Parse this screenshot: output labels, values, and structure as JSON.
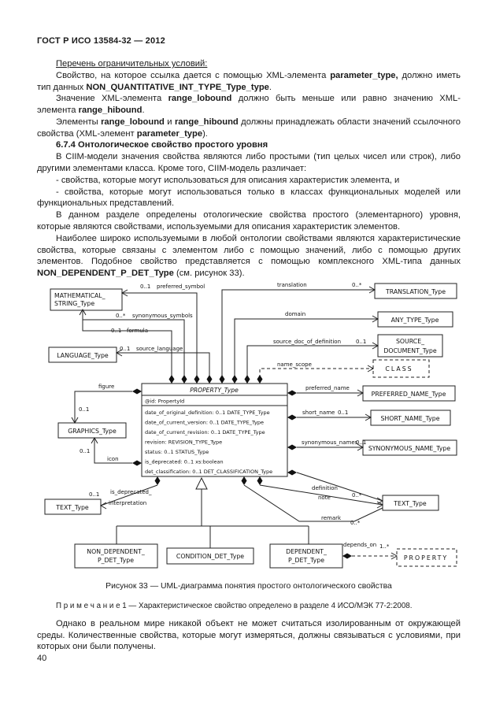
{
  "page": {
    "header": "ГОСТ Р ИСО 13584-32 — 2012",
    "page_number": "40"
  },
  "body": {
    "p1": "Перечень ограничительных условий:",
    "p2": [
      "Свойство, на которое ссылка дается с помощью XML-элемента ",
      "parameter_type,",
      " должно иметь тип данных ",
      "NON_QUANTITATIVE_INT_TYPE_Type_type",
      "."
    ],
    "p3": [
      "Значение XML-элемента ",
      "range_lobound",
      " должно быть меньше или равно значению XML-элемента ",
      "range_hibound",
      "."
    ],
    "p4": [
      "Элементы ",
      "range_lobound",
      " и ",
      "range_hibound",
      " должны принадлежать области значений ссылочного свойства (XML-элемент ",
      "parameter_type",
      ")."
    ],
    "h674": "6.7.4 Онтологическое свойство простого уровня",
    "p5": "В CIIM-модели значения свойства являются либо простыми (тип целых чисел или строк), либо другими элементами класса. Кроме того, CIIM-модель различает:",
    "p6": "- свойства, которые могут использоваться для описания характеристик элемента, и",
    "p7": "- свойства, которые могут использоваться только в классах функциональных моделей или функциональных представлений.",
    "p8": "В данном разделе определены отологические свойства простого (элементарного) уровня, которые являются свойствами, используемыми для описания характеристик элементов.",
    "p9": [
      "Наиболее широко используемыми в любой онтологии свойствами являются характеристические свойства, которые связаны с элементом либо с помощью значений, либо с помощью других элементов. Подобное свойство представляется с помощью комплексного XML-типа данных ",
      "NON_DEPENDENT_P_DET_Type",
      " (см. рисунок 33)."
    ],
    "note1": "П р и м е ч а н и е  1 — Характеристическое свойство определено в разделе 4 ИСО/МЭК 77-2:2008.",
    "p10": "Однако в реальном мире никакой объект не может считаться изолированным от окружающей среды. Количественные свойства, которые могут измеряться, должны связываться с условиями, при которых они были получены."
  },
  "diagram": {
    "caption": "Рисунок 33 — UML-диаграмма понятия простого онтологического свойства",
    "boxes": {
      "mathematical_line1": "MATHEMATICAL_",
      "mathematical_line2": "STRING_Type",
      "translation": "TRANSLATION_Type",
      "any_type": "ANY_TYPE_Type",
      "source_line1": "SOURCE_",
      "source_line2": "DOCUMENT_Type",
      "class_ref": "CLASS",
      "language": "LANGUAGE_Type",
      "graphics": "GRAPHICS_Type",
      "text_left": "TEXT_Type",
      "text_right": "TEXT_Type",
      "preferred_name": "PREFERRED_NAME_Type",
      "short_name": "SHORT_NAME_Type",
      "synonymous_name": "SYNONYMOUS_NAME_Type",
      "non_dependent_line1": "NON_DEPENDENT_",
      "non_dependent_line2": "P_DET_Type",
      "condition": "CONDITION_DET_Type",
      "dependent_line1": "DEPENDENT_",
      "dependent_line2": "P_DET_Type",
      "property_ref": "PROPERTY"
    },
    "property_class": {
      "title": "PROPERTY_Type",
      "attrs": [
        "@id: PropertyId",
        "date_of_original_definition: 0..1 DATE_TYPE_Type",
        "date_of_current_version: 0..1 DATE_TYPE_Type",
        "date_of_current_revision: 0..1 DATE_TYPE_Type",
        "revision: REVISION_TYPE_Type",
        "status: 0..1 STATUS_Type",
        "is_deprecated: 0..1 xs:boolean",
        "det_classification: 0..1 DET_CLASSIFICATION_Type"
      ]
    },
    "edge_labels": {
      "preferred_symbol": "preferred_symbol",
      "preferred_symbol_card": "0..1",
      "translation": "translation",
      "translation_card": "0..*",
      "synonymous_symbols": "synonymous_symbols",
      "synonymous_symbols_card": "0..*",
      "formula": "formula",
      "formula_card": "0..1",
      "source_language": "source_language",
      "source_language_card": "0..1",
      "domain": "domain",
      "source_doc": "source_doc_of_definition",
      "source_doc_card": "0..1",
      "name_scope": "name_scope",
      "figure": "figure",
      "figure_card": "0..1",
      "icon": "icon",
      "icon_card": "0..1",
      "preferred_name": "preferred_name",
      "short_name": "short_name",
      "short_name_card": "0..1",
      "synonymous_names": "synonymous_names",
      "synonymous_names_card": "0..1",
      "definition": "definition",
      "note": "note",
      "note_card": "0..*",
      "remark": "remark",
      "remark_card": "0..*",
      "is_deprecated_l1": "is_deprecated_",
      "is_deprecated_l2": "interpretation",
      "is_deprecated_card": "0..1",
      "depends_on": "depends_on",
      "depends_on_card": "1..*"
    }
  }
}
